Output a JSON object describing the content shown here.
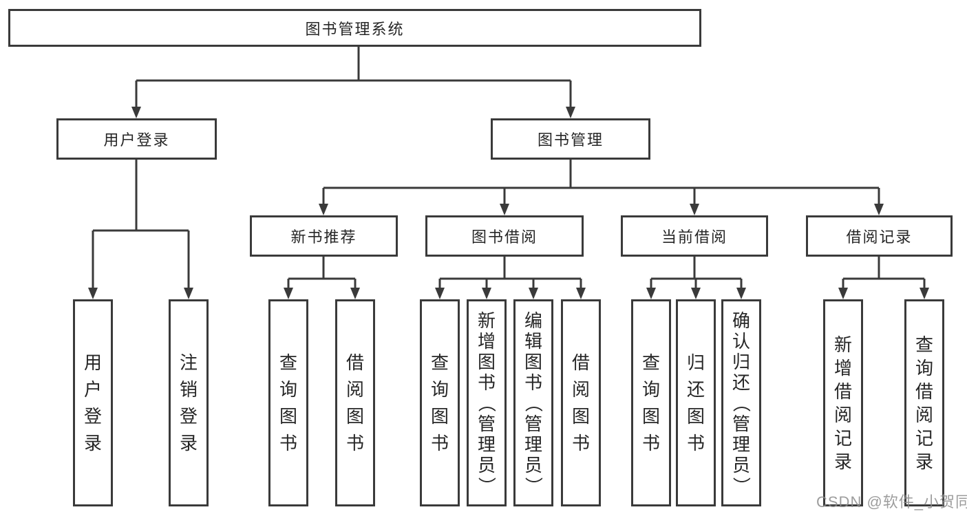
{
  "diagram": {
    "root": {
      "label": "图书管理系统"
    },
    "user_login": {
      "label": "用户登录",
      "children": [
        {
          "label": "用户登录"
        },
        {
          "label": "注销登录"
        }
      ]
    },
    "book_management": {
      "label": "图书管理",
      "sections": [
        {
          "label": "新书推荐",
          "children": [
            {
              "label": "查询图书"
            },
            {
              "label": "借阅图书"
            }
          ]
        },
        {
          "label": "图书借阅",
          "children": [
            {
              "label": "查询图书"
            },
            {
              "label": "新增图书（管理员）"
            },
            {
              "label": "编辑图书（管理员）"
            },
            {
              "label": "借阅图书"
            }
          ]
        },
        {
          "label": "当前借阅",
          "children": [
            {
              "label": "查询图书"
            },
            {
              "label": "归还图书"
            },
            {
              "label": "确认归还（管理员）"
            }
          ]
        },
        {
          "label": "借阅记录",
          "children": [
            {
              "label": "新增借阅记录"
            },
            {
              "label": "查询借阅记录"
            }
          ]
        }
      ]
    },
    "watermark": "CSDN @软件_小贺同学",
    "colors": {
      "line": "#3a3a3a",
      "text": "#262626",
      "watermark": "#8c8c8c",
      "background": "#ffffff"
    }
  }
}
